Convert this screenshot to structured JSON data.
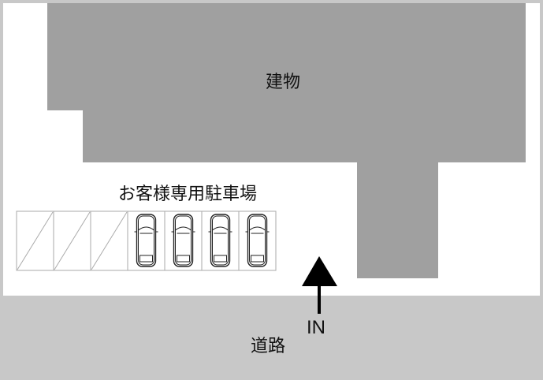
{
  "building": {
    "label": "建物"
  },
  "parking": {
    "title": "お客様専用駐車場",
    "slots": [
      {
        "state": "empty"
      },
      {
        "state": "empty"
      },
      {
        "state": "empty"
      },
      {
        "state": "car"
      },
      {
        "state": "car"
      },
      {
        "state": "car"
      },
      {
        "state": "car"
      }
    ]
  },
  "entrance": {
    "label": "IN"
  },
  "road": {
    "label": "道路"
  },
  "colors": {
    "building": "#a0a0a0",
    "road": "#c8c8c8",
    "border": "#c8c8c8"
  }
}
